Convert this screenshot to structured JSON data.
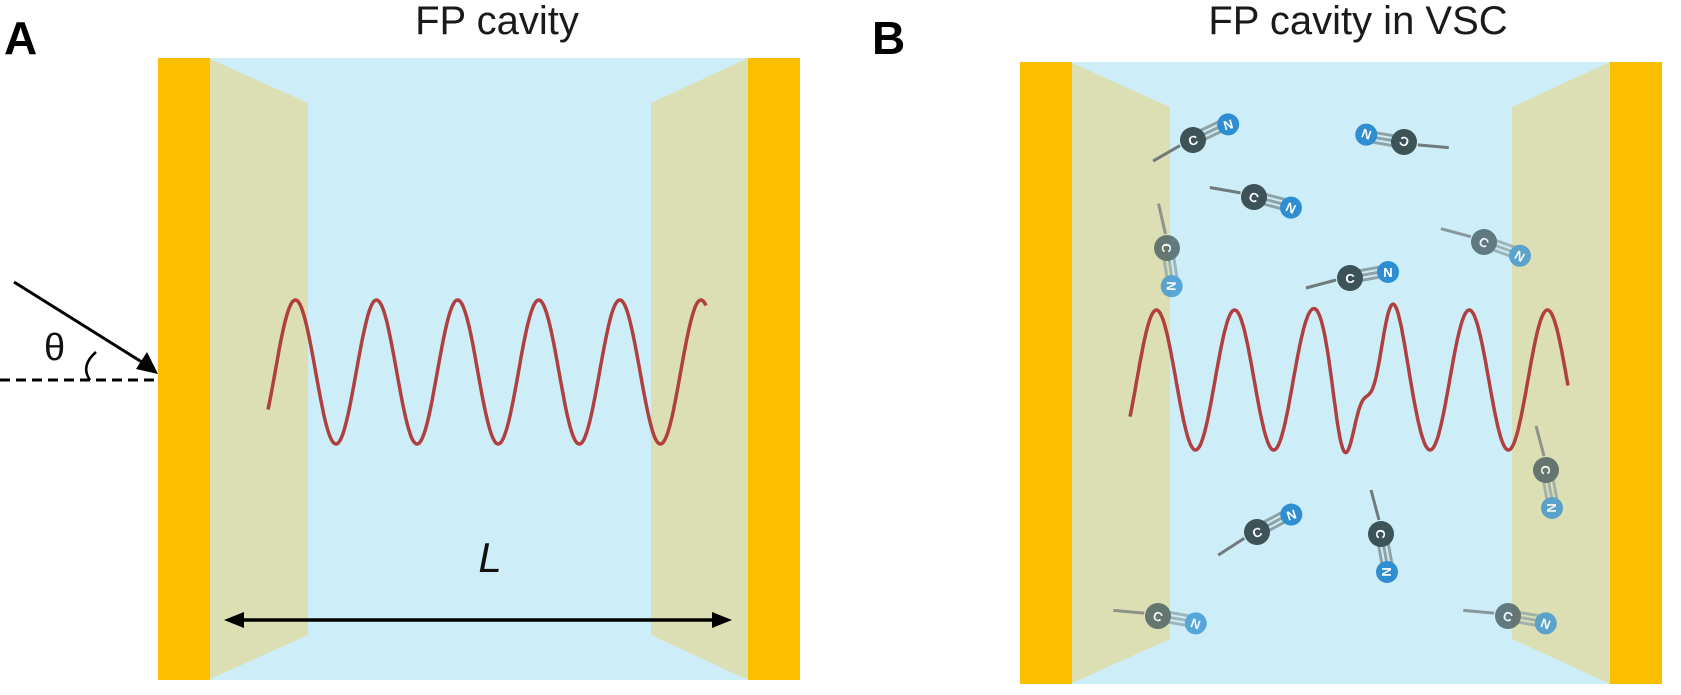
{
  "panel_a": {
    "letter": "A",
    "title": "FP cavity",
    "length_label": "L",
    "angle_label": "θ"
  },
  "panel_b": {
    "letter": "B",
    "title": "FP cavity  in VSC",
    "molecule_atoms": {
      "carbon": "C",
      "nitrogen": "N"
    }
  },
  "colors": {
    "mirror": "#fbbf00",
    "cavity": "#cdeef8",
    "coating": "#dcdfb4",
    "wave": "#b04040",
    "carbon": "#3d5358",
    "nitrogen": "#2f8ed1"
  },
  "icons": [
    "gold-mirror",
    "incident-light-arrow",
    "standing-wave",
    "double-headed-arrow",
    "nitrile-molecule"
  ]
}
